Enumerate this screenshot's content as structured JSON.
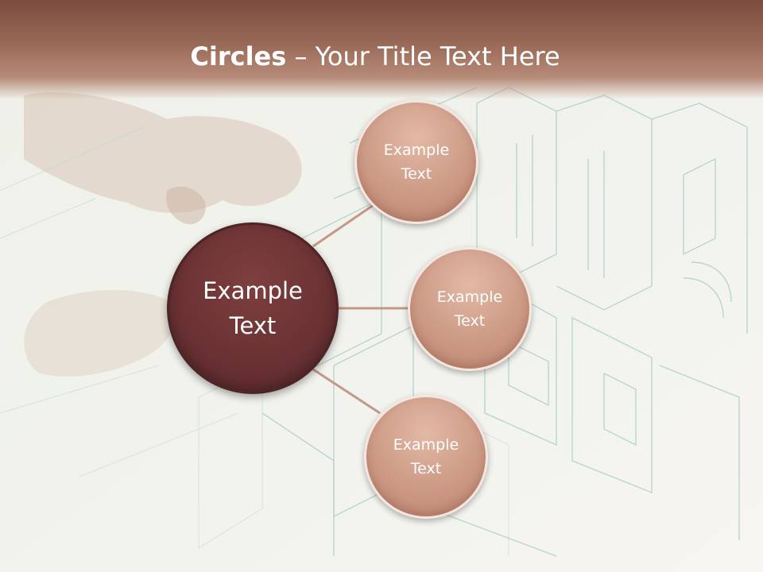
{
  "slide": {
    "title_bold": "Circles",
    "title_rest": " – Your Title Text Here"
  },
  "diagram": {
    "center": {
      "line1": "Example",
      "line2": "Text"
    },
    "nodes": [
      {
        "line1": "Example",
        "line2": "Text"
      },
      {
        "line1": "Example",
        "line2": "Text"
      },
      {
        "line1": "Example",
        "line2": "Text"
      }
    ]
  },
  "colors": {
    "header": "#9a6a58",
    "center_circle": "#6b3234",
    "outer_circle": "#cc9a85",
    "connector": "#c49886"
  }
}
